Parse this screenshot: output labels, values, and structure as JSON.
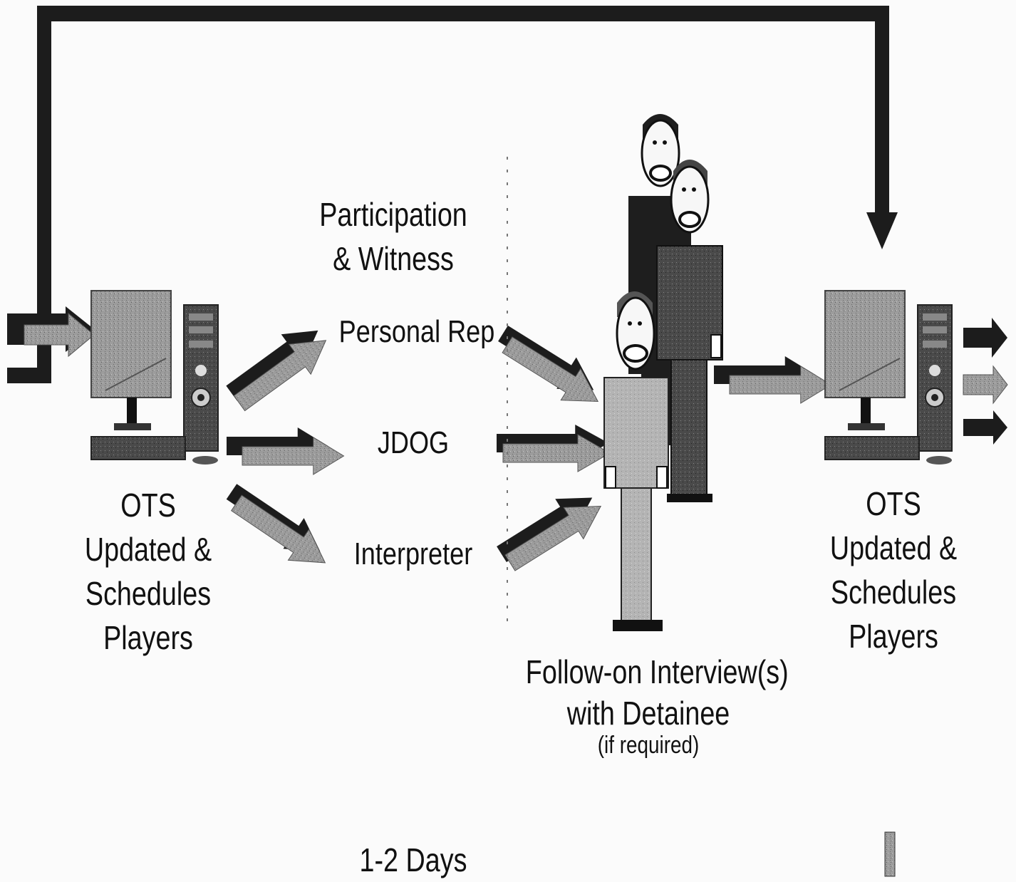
{
  "colors": {
    "background": "#fbfbfb",
    "dark_arrow": "#1c1c1c",
    "light_arrow": "#9a9a9a",
    "monitor_gray": "#a8a8a8",
    "figure_black": "#1e1e1e",
    "figure_dark": "#555555",
    "figure_light": "#b0b0b0"
  },
  "left_station": {
    "icon": "computer-icon",
    "lines": [
      "OTS",
      "Updated &",
      "Schedules",
      "Players"
    ]
  },
  "right_station": {
    "icon": "computer-icon",
    "lines": [
      "OTS",
      "Updated &",
      "Schedules",
      "Players"
    ]
  },
  "participants": {
    "header": [
      "Participation",
      "& Witness"
    ],
    "personal_rep": "Personal Rep",
    "jdog": "JDOG",
    "interpreter": "Interpreter"
  },
  "interview": {
    "icon": "people-group-icon",
    "title_lines": [
      "Follow-on Interview(s)",
      "with Detainee"
    ],
    "note": "(if required)"
  },
  "duration": "1-2 Days"
}
